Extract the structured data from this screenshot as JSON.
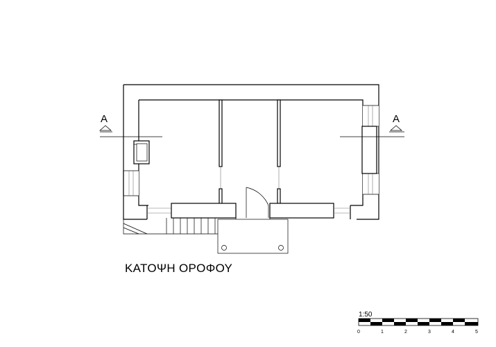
{
  "drawing": {
    "title": "ΚΑΤΟΨΗ ΟΡΟΦΟΥ",
    "section_marker_left": "A",
    "section_marker_right": "A",
    "scale_label": "1:50",
    "scale_ticks": [
      "0",
      "1",
      "2",
      "3",
      "4",
      "5"
    ]
  }
}
